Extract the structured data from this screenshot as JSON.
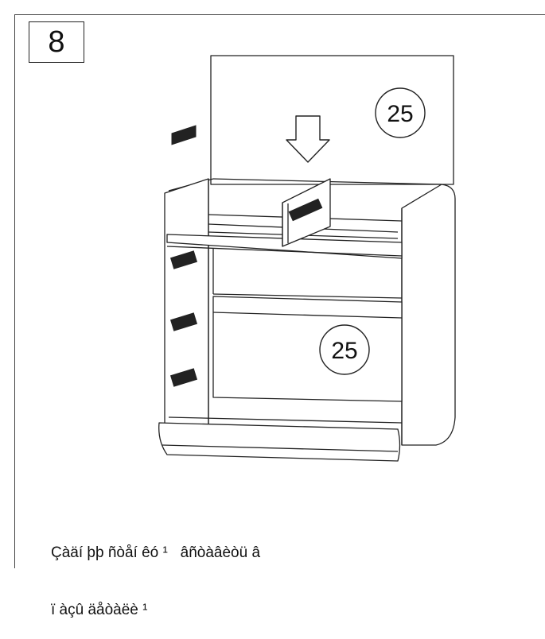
{
  "step": {
    "number": "8"
  },
  "callouts": {
    "top_part": "25",
    "front_part": "25"
  },
  "caption": {
    "line1": "Çàäí þþ ñòåí êó ¹   âñòàâèòü â",
    "line2": "ï àçû äåòàëè ¹"
  }
}
